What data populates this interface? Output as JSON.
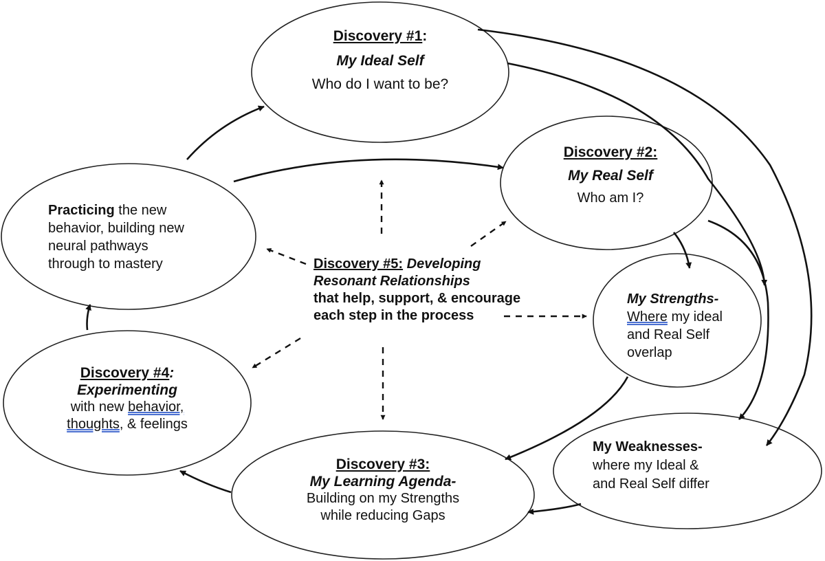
{
  "discovery1": {
    "heading": "Discovery #1",
    "heading_suffix": ":",
    "subtitle": "My Ideal Self",
    "question": "Who do I want to be?"
  },
  "discovery2": {
    "heading": "Discovery #2:",
    "subtitle": "My Real Self",
    "question": "Who am I?"
  },
  "practicing": {
    "bold_word": "Practicing",
    "line1_rest": " the new",
    "line2": "behavior, building new",
    "line3": "neural pathways",
    "line4": "through to mastery"
  },
  "discovery5": {
    "heading": "Discovery #5:",
    "heading_rest": " Developing",
    "line2": "Resonant Relationships",
    "line3": "that help, support, & encourage",
    "line4": "each step in the process"
  },
  "strengths": {
    "title": "My Strengths-",
    "line2_first": "Where",
    "line2_rest": " my ideal",
    "line3": "and Real Self",
    "line4": "overlap"
  },
  "discovery4": {
    "heading": "Discovery #4",
    "heading_suffix": ":",
    "subtitle": "Experimenting",
    "line3_start": "with new ",
    "line3_link": "behavior,",
    "line4_link": "thoughts",
    "line4_rest": ", & feelings"
  },
  "weaknesses": {
    "title": "My Weaknesses-",
    "line2": "where my Ideal &",
    "line3": "and Real Self differ"
  },
  "discovery3": {
    "heading": "Discovery #3:",
    "subtitle": "My Learning Agenda-",
    "line3": "Building on my Strengths",
    "line4": "while reducing Gaps"
  }
}
